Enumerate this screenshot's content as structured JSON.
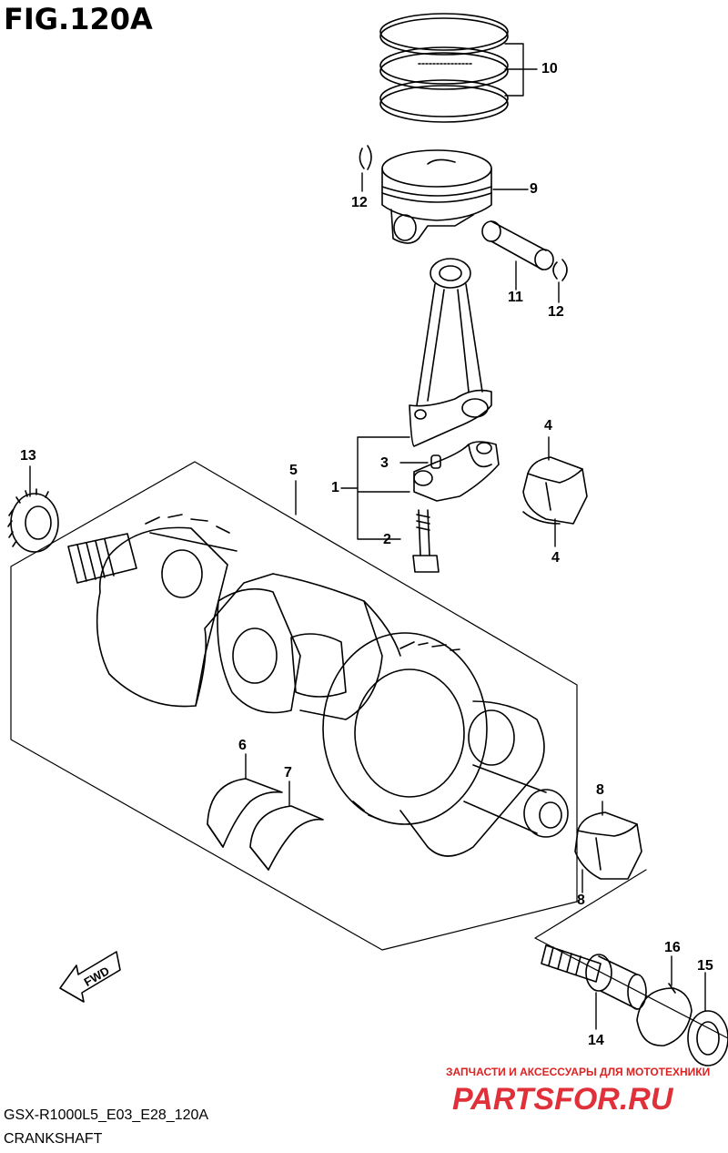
{
  "figure": {
    "title": "FIG.120A",
    "code": "GSX-R1000L5_E03_E28_120A",
    "name": "CRANKSHAFT"
  },
  "callouts": {
    "c1": "1",
    "c2": "2",
    "c3": "3",
    "c4a": "4",
    "c4b": "4",
    "c5": "5",
    "c6": "6",
    "c7": "7",
    "c8a": "8",
    "c8b": "8",
    "c9": "9",
    "c10": "10",
    "c11": "11",
    "c12a": "12",
    "c12b": "12",
    "c13": "13",
    "c14": "14",
    "c15": "15",
    "c16": "16"
  },
  "fwd_label": "FWD",
  "watermark": {
    "tagline": "ЗАПЧАСТИ И АКСЕССУАРЫ ДЛЯ МОТОТЕХНИКИ",
    "brand": "PARTSFOR.RU",
    "brand_color": "#e0303a"
  }
}
